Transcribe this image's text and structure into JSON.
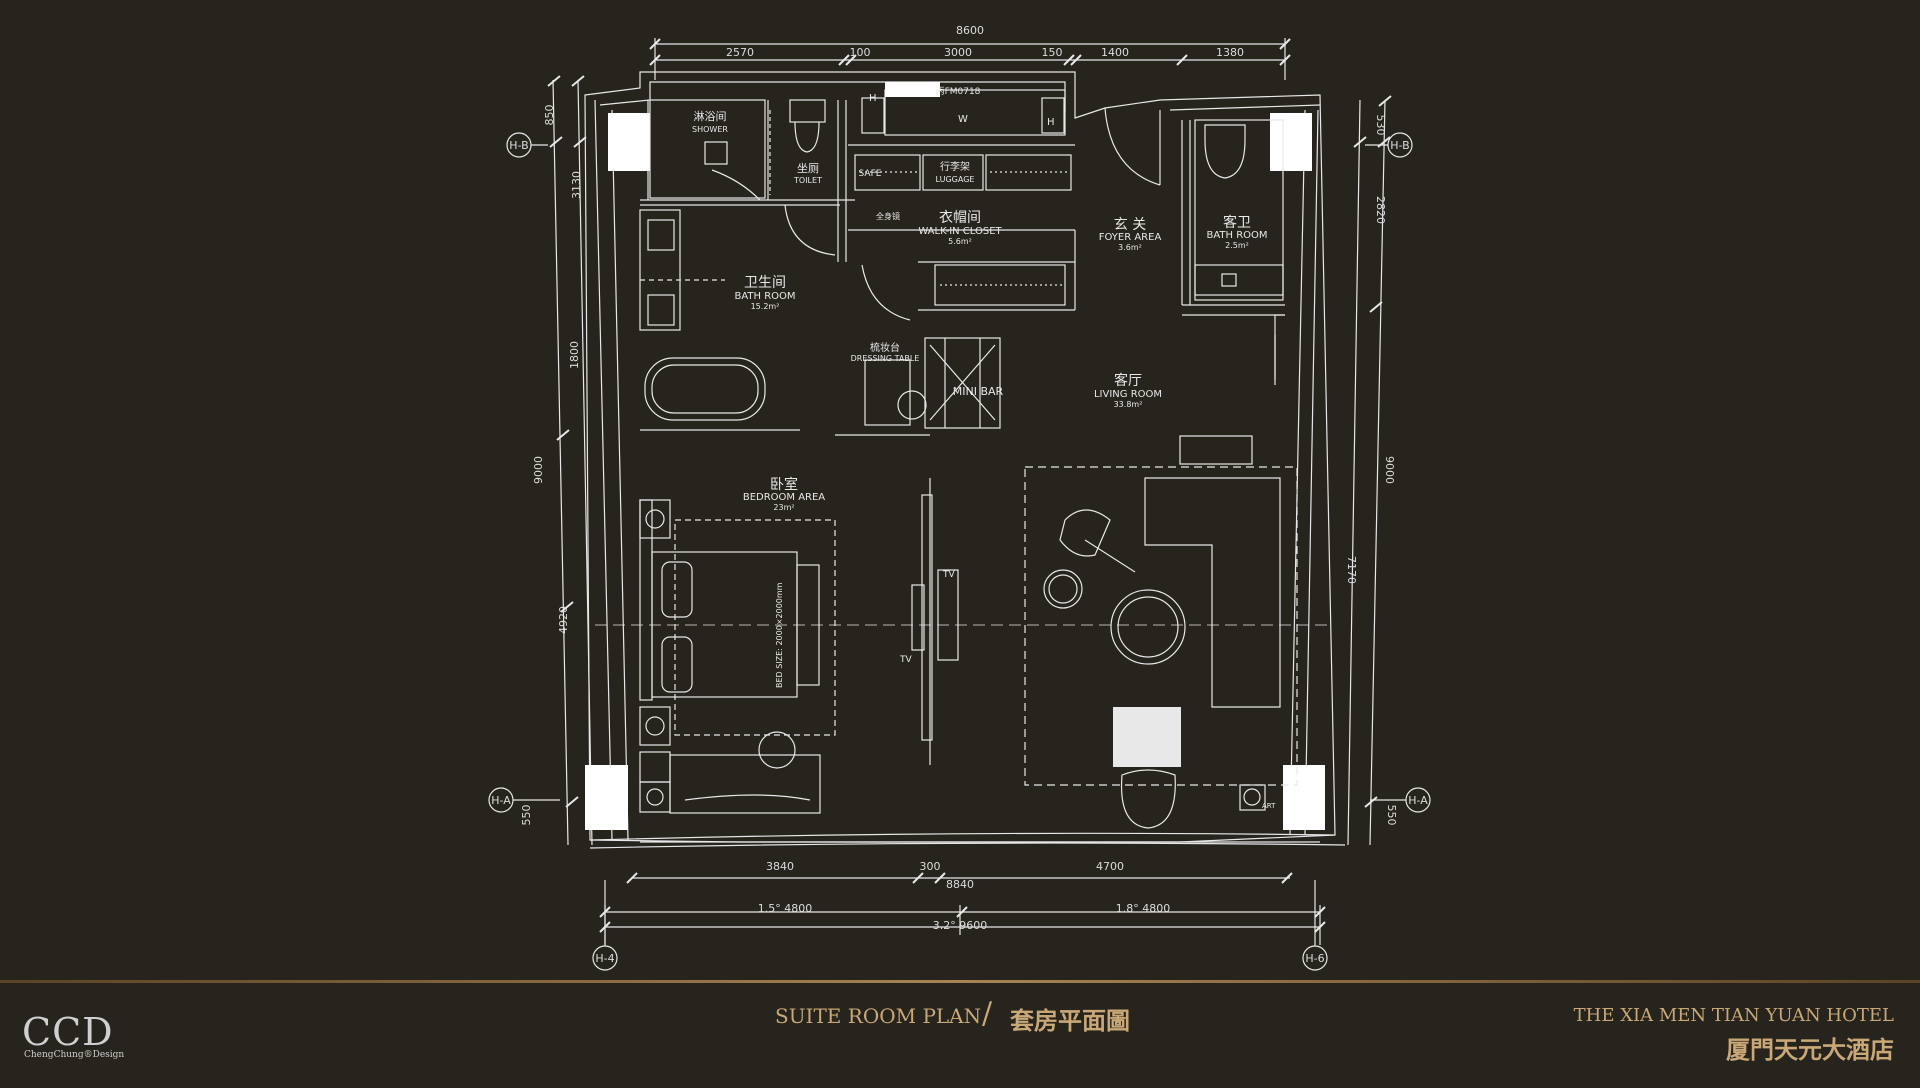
{
  "dimensions": {
    "top_total": "8600",
    "top_segments": [
      "2570",
      "100",
      "3000",
      "150",
      "1400",
      "1380"
    ],
    "bottom_total": "8840",
    "bottom_segments": [
      "3840",
      "300",
      "4700"
    ],
    "bay_total": "3.2°  9600",
    "bay_left": "1.5°  4800",
    "bay_right": "1.8°  4800",
    "left_segments": [
      "850",
      "3130",
      "1800",
      "9000",
      "4920",
      "550"
    ],
    "right_segments": [
      "530",
      "2820",
      "9000",
      "7170",
      "550"
    ]
  },
  "gridlines": {
    "hb_left": "H-B",
    "hb_right": "H-B",
    "ha_left": "H-A",
    "ha_right": "H-A",
    "h4": "H-4",
    "h6": "H-6"
  },
  "rooms": {
    "shower_cn": "淋浴间",
    "shower_en": "SHOWER",
    "toilet_cn": "坐厕",
    "toilet_en": "TOILET",
    "fm_code": "丙FM0718",
    "safe": "SAFE",
    "luggage_cn": "行李架",
    "luggage_en": "LUGGAGE",
    "mirror_cn": "全身镜",
    "closet_cn": "衣帽间",
    "closet_en": "WALK-IN CLOSET",
    "closet_area": "5.6m²",
    "foyer_cn": "玄 关",
    "foyer_en": "FOYER AREA",
    "foyer_area": "3.6m²",
    "guest_bath_cn": "客卫",
    "guest_bath_en": "BATH ROOM",
    "guest_bath_area": "2.5m²",
    "bath_cn": "卫生间",
    "bath_en": "BATH ROOM",
    "bath_area": "15.2m²",
    "dressing_cn": "梳妆台",
    "dressing_en": "DRESSING TABLE",
    "minibar": "MINI BAR",
    "living_cn": "客厅",
    "living_en": "LIVING ROOM",
    "living_area": "33.8m²",
    "bedroom_cn": "卧室",
    "bedroom_en": "BEDROOM AREA",
    "bedroom_area": "23m²",
    "bed_size": "BED SIZE: 2000×2000mm",
    "tv": "TV",
    "art": "ART",
    "h_mark": "H",
    "w_mark": "W"
  },
  "footer": {
    "logo": "CCD",
    "logo_sub": "ChengChung®Design",
    "plan_title_en": "SUITE ROOM PLAN",
    "slash": "/",
    "plan_title_cn": "套房平面圖",
    "hotel_en": "THE XIA MEN TIAN YUAN  HOTEL",
    "hotel_cn": "厦門天元大酒店"
  },
  "colors": {
    "background": "#27231d",
    "lines": "#e8e8e8",
    "gold": "#c9a877"
  }
}
